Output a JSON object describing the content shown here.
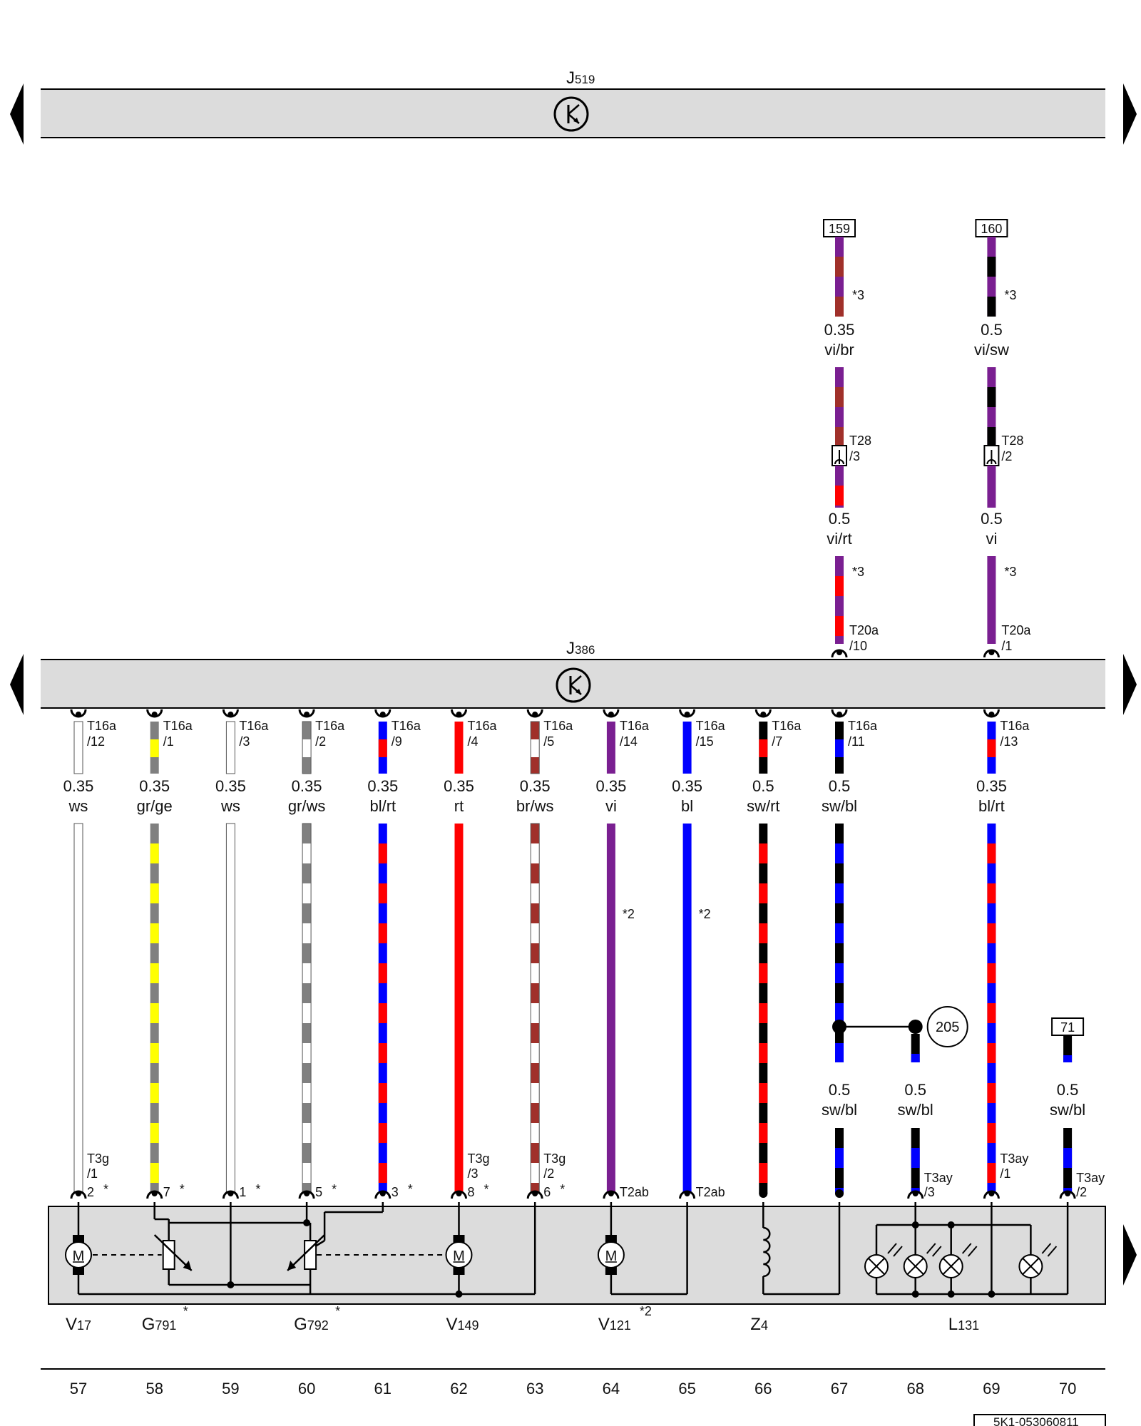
{
  "modules": {
    "top": {
      "label": "J",
      "sub": "519"
    },
    "mid": {
      "label": "J",
      "sub": "386"
    }
  },
  "colors": {
    "ws": "#ffffff",
    "gr": "#808080",
    "ge": "#ffff00",
    "bl": "#0000ff",
    "rt": "#ff0000",
    "br": "#a0302a",
    "vi": "#7a1f91",
    "sw": "#000000",
    "module_fill": "#dcdcdc"
  },
  "upper_wires": [
    {
      "col": 67,
      "box": "159",
      "seg1_size": "0.35",
      "seg1_color": "vi/br",
      "note1": "*3",
      "conn": "T28",
      "pin": "/3",
      "seg2_size": "0.5",
      "seg2_color": "vi/rt",
      "note2": "*3",
      "j386_conn": "T20a",
      "j386_pin": "/10"
    },
    {
      "col": 69,
      "box": "160",
      "seg1_size": "0.5",
      "seg1_color": "vi/sw",
      "note1": "*3",
      "conn": "T28",
      "pin": "/2",
      "seg2_size": "0.5",
      "seg2_color": "vi",
      "note2": "*3",
      "j386_conn": "T20a",
      "j386_pin": "/1"
    }
  ],
  "lower_wires": [
    {
      "col": 57,
      "conn": "T16a",
      "pin": "/12",
      "size": "0.35",
      "color": "ws",
      "dev_conn": "T3g",
      "dev_pin": "/1",
      "dev_num": "2",
      "star": "*"
    },
    {
      "col": 58,
      "conn": "T16a",
      "pin": "/1",
      "size": "0.35",
      "color": "gr/ge",
      "dev_num": "7",
      "star": "*"
    },
    {
      "col": 59,
      "conn": "T16a",
      "pin": "/3",
      "size": "0.35",
      "color": "ws",
      "dev_num": "1",
      "star": "*"
    },
    {
      "col": 60,
      "conn": "T16a",
      "pin": "/2",
      "size": "0.35",
      "color": "gr/ws",
      "dev_num": "5",
      "star": "*"
    },
    {
      "col": 61,
      "conn": "T16a",
      "pin": "/9",
      "size": "0.35",
      "color": "bl/rt",
      "dev_num": "3",
      "star": "*"
    },
    {
      "col": 62,
      "conn": "T16a",
      "pin": "/4",
      "size": "0.35",
      "color": "rt",
      "dev_conn": "T3g",
      "dev_pin": "/3",
      "dev_num": "8",
      "star": "*"
    },
    {
      "col": 63,
      "conn": "T16a",
      "pin": "/5",
      "size": "0.35",
      "color": "br/ws",
      "dev_conn": "T3g",
      "dev_pin": "/2",
      "dev_num": "6",
      "star": "*"
    },
    {
      "col": 64,
      "conn": "T16a",
      "pin": "/14",
      "size": "0.35",
      "color": "vi",
      "note": "*2",
      "dev_conn": "T2ab"
    },
    {
      "col": 65,
      "conn": "T16a",
      "pin": "/15",
      "size": "0.35",
      "color": "bl",
      "note": "*2",
      "dev_conn": "T2ab"
    },
    {
      "col": 66,
      "conn": "T16a",
      "pin": "/7",
      "size": "0.5",
      "color": "sw/rt"
    },
    {
      "col": 67,
      "conn": "T16a",
      "pin": "/11",
      "size": "0.5",
      "color": "sw/bl",
      "size2": "0.5",
      "color2": "sw/bl"
    },
    {
      "col": 69,
      "conn": "T16a",
      "pin": "/13",
      "size": "0.35",
      "color": "bl/rt",
      "dev_conn": "T3ay",
      "dev_pin": "/1"
    }
  ],
  "branch_wires": [
    {
      "col": 68,
      "ref": "205",
      "size": "0.5",
      "color": "sw/bl",
      "dev_conn": "T3ay",
      "dev_pin": "/3"
    },
    {
      "col": 70,
      "box": "71",
      "size": "0.5",
      "color": "sw/bl",
      "dev_conn": "T3ay",
      "dev_pin": "/2"
    }
  ],
  "components": [
    {
      "col": 57,
      "label": "V",
      "sub": "17",
      "sym": "M"
    },
    {
      "col": 58,
      "label": "G",
      "sub": "791",
      "star": "*"
    },
    {
      "col": 60,
      "label": "G",
      "sub": "792",
      "star": "*"
    },
    {
      "col": 62,
      "label": "V",
      "sub": "149",
      "sym": "M"
    },
    {
      "col": 64,
      "label": "V",
      "sub": "121",
      "star": "*2",
      "sym": "M"
    },
    {
      "col": 66,
      "label": "Z",
      "sub": "4"
    },
    {
      "col": 68.6,
      "label": "L",
      "sub": "131"
    }
  ],
  "columns": [
    57,
    58,
    59,
    60,
    61,
    62,
    63,
    64,
    65,
    66,
    67,
    68,
    69,
    70
  ],
  "code": "5K1-053060811"
}
